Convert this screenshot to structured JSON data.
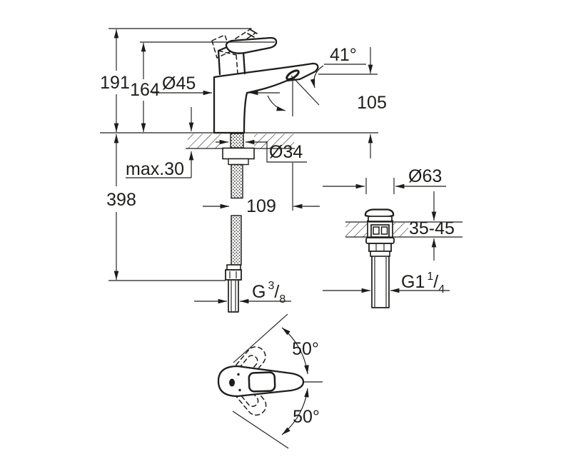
{
  "meta": {
    "ink": "#1d1d1b",
    "background": "#ffffff",
    "drawing_type": "faucet dimensional technical drawing"
  },
  "side_view": {
    "dim_total_height": "191",
    "dim_body_height": "164",
    "dim_body_diameter": "Ø45",
    "dim_spout_angle": "41°",
    "dim_spout_height": "105",
    "dim_max_deck": "max.30",
    "dim_shank_diameter": "Ø34",
    "dim_below_deck_length": "398",
    "dim_spout_reach": "109",
    "supply_thread": {
      "prefix": "G",
      "numerator": "3",
      "slash": "/",
      "denominator": "8"
    }
  },
  "waste_view": {
    "dim_cap_diameter": "Ø63",
    "dim_deck_thickness_range": "35-45",
    "waste_thread": {
      "prefix": "G1",
      "numerator": "1",
      "slash": "/",
      "denominator": "4"
    }
  },
  "top_view": {
    "dim_swing_angle_upper": "50°",
    "dim_swing_angle_lower": "50°"
  }
}
